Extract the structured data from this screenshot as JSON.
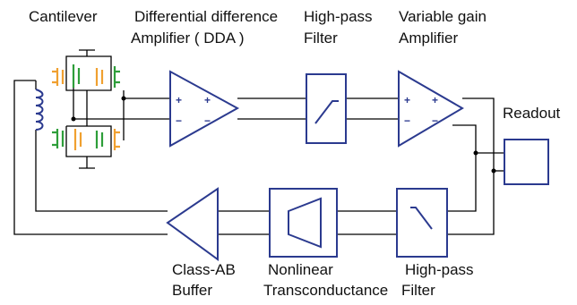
{
  "labels": {
    "cantilever": "Cantilever",
    "dda_line1": "Differential difference",
    "dda_line2": "Amplifier ( DDA )",
    "hpf_top_line1": "High-pass",
    "hpf_top_line2": "Filter",
    "vga_line1": "Variable gain",
    "vga_line2": "Amplifier",
    "readout": "Readout",
    "buffer_line1": "Class-AB",
    "buffer_line2": "Buffer",
    "ntc_line1": "Nonlinear",
    "ntc_line2": "Transconductance",
    "hpf_bot_line1": "High-pass",
    "hpf_bot_line2": "Filter"
  },
  "signs": {
    "plus": "+",
    "minus": "−"
  },
  "colors": {
    "block": "#2b3a8f",
    "wire": "#000000",
    "inductor": "#2b3a8f",
    "transistor_orange": "#f0a030",
    "transistor_green": "#2e9e3a"
  }
}
